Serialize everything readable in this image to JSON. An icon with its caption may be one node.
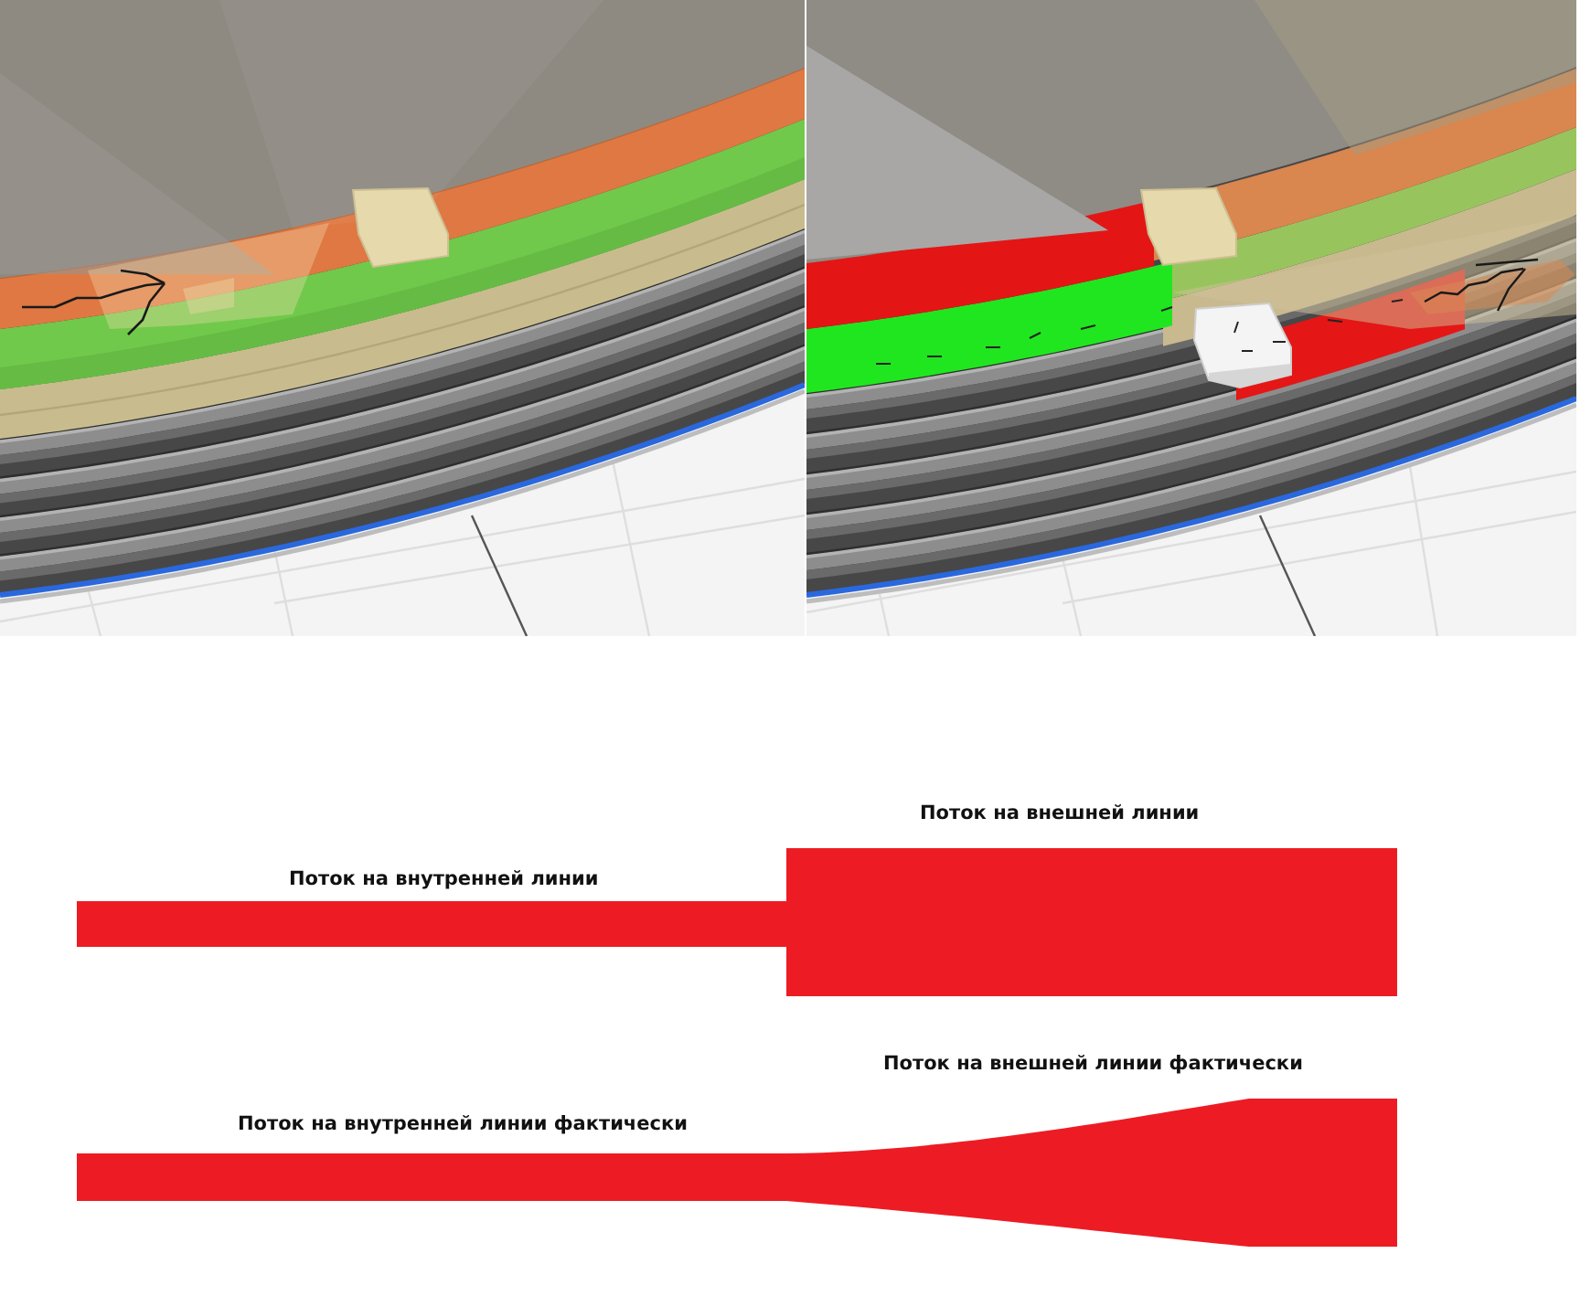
{
  "diagram": {
    "labels": [
      "Поток на внешней линии",
      "Поток на внутренней линии",
      "Поток на внешней линии фактически",
      "Поток на внутренней линии фактически"
    ]
  }
}
